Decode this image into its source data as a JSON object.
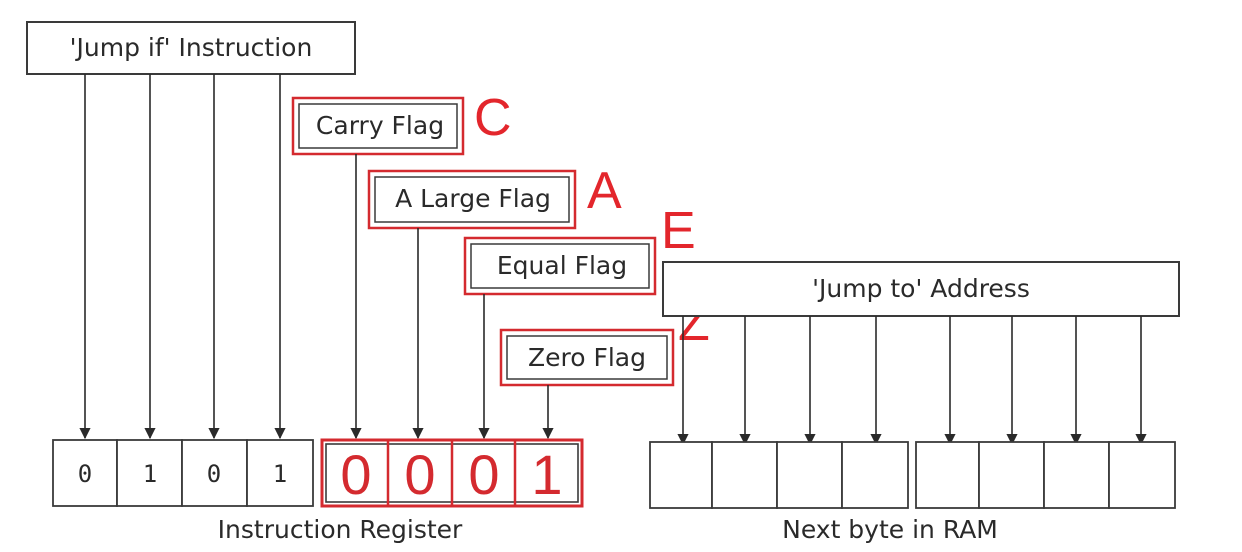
{
  "labels": {
    "jump_if": "'Jump if' Instruction",
    "carry": "Carry Flag",
    "alarge": "A Large Flag",
    "equal": "Equal Flag",
    "zero": "Zero Flag",
    "jump_to": "'Jump to' Address",
    "instruction_register": "Instruction Register",
    "next_byte": "Next byte in RAM"
  },
  "letters": {
    "c": "C",
    "a": "A",
    "e": "E",
    "z": "Z"
  },
  "instruction_register": {
    "opcode_bits": [
      "0",
      "1",
      "0",
      "1"
    ],
    "flag_bits": [
      "0",
      "0",
      "0",
      "1"
    ]
  },
  "colors": {
    "ink": "#2a2a2a",
    "highlight": "#d42a2f"
  }
}
